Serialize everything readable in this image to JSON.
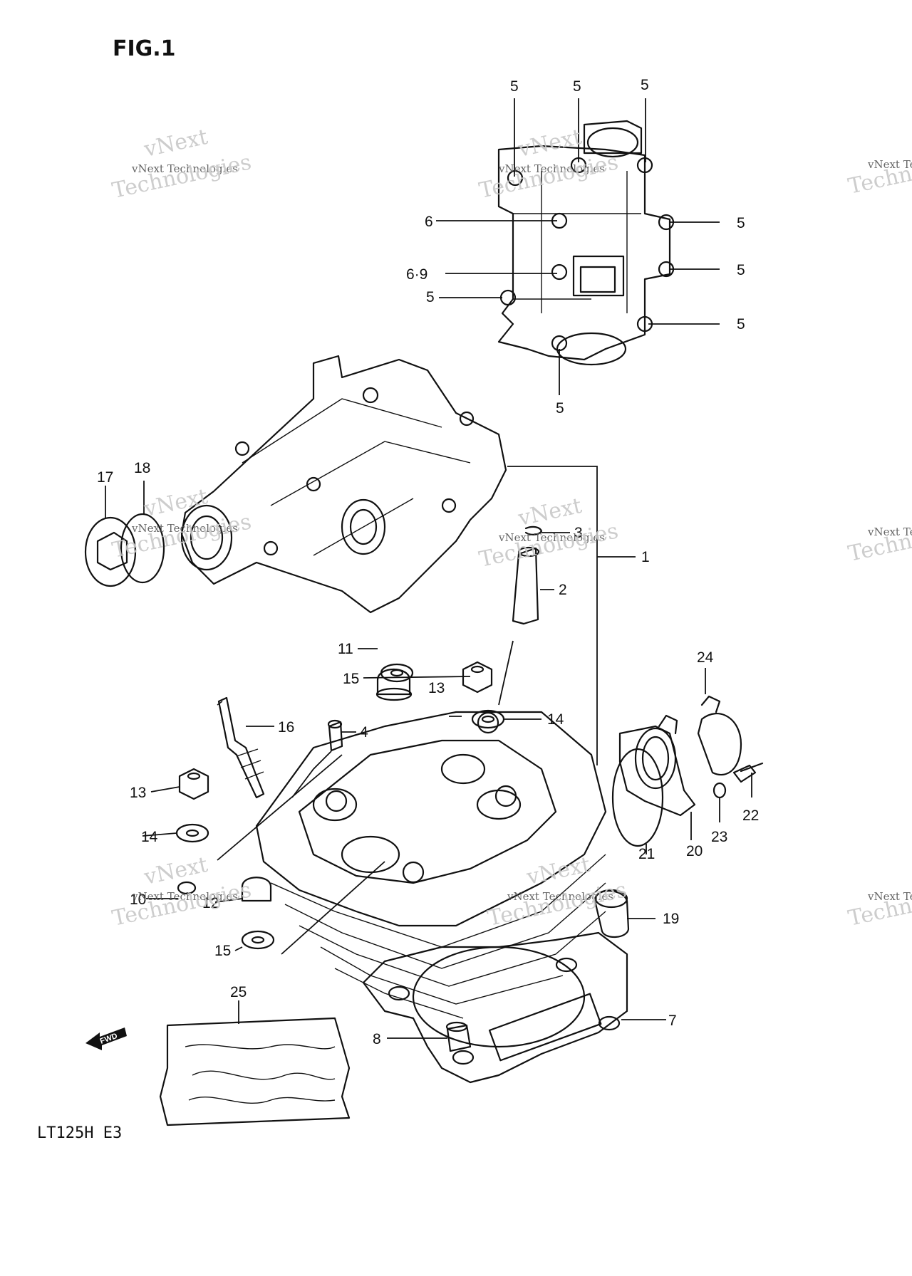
{
  "figure": {
    "title": "FIG.1",
    "model": "LT125H  E3"
  },
  "watermark": {
    "line1": "vNext Technologies",
    "line2": "vNext",
    "line3": "Technologies"
  },
  "fwd_label": "FWD",
  "callouts": [
    {
      "text": "5"
    },
    {
      "text": "5"
    },
    {
      "text": "5"
    },
    {
      "text": "6"
    },
    {
      "text": "6·9"
    },
    {
      "text": "5"
    },
    {
      "text": "5"
    },
    {
      "text": "5"
    },
    {
      "text": "5"
    },
    {
      "text": "5"
    },
    {
      "text": "17"
    },
    {
      "text": "18"
    },
    {
      "text": "3"
    },
    {
      "text": "2"
    },
    {
      "text": "1"
    },
    {
      "text": "11"
    },
    {
      "text": "15"
    },
    {
      "text": "13"
    },
    {
      "text": "14"
    },
    {
      "text": "16"
    },
    {
      "text": "4"
    },
    {
      "text": "24"
    },
    {
      "text": "13"
    },
    {
      "text": "14"
    },
    {
      "text": "22"
    },
    {
      "text": "23"
    },
    {
      "text": "20"
    },
    {
      "text": "21"
    },
    {
      "text": "10"
    },
    {
      "text": "12"
    },
    {
      "text": "19"
    },
    {
      "text": "15"
    },
    {
      "text": "25"
    },
    {
      "text": "7"
    },
    {
      "text": "8"
    }
  ]
}
